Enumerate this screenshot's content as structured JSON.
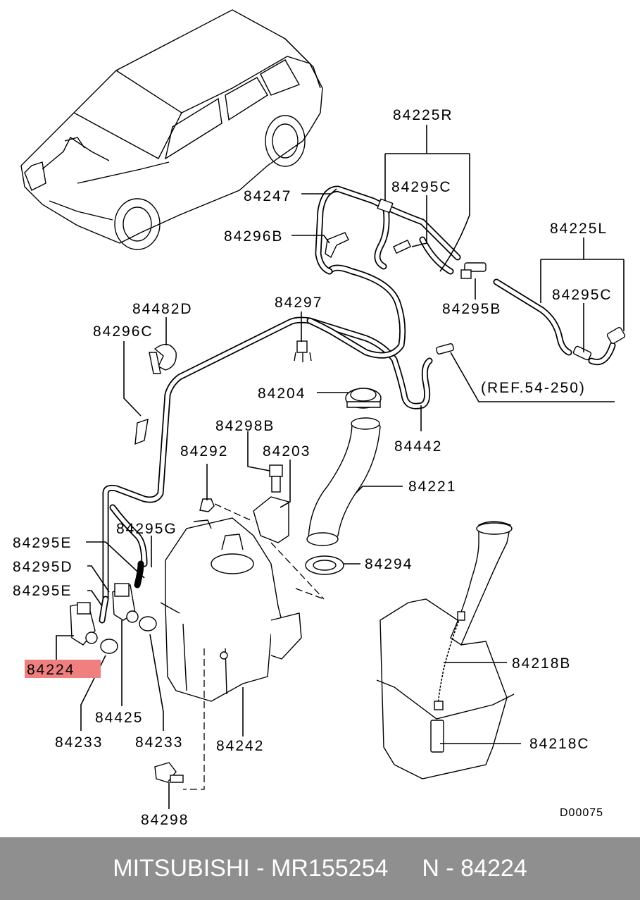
{
  "labels": {
    "l84225R": "84225R",
    "l84295C_a": "84295C",
    "l84247": "84247",
    "l84296B": "84296B",
    "l84225L": "84225L",
    "l84295C_b": "84295C",
    "l84295B": "84295B",
    "l84482D": "84482D",
    "l84297": "84297",
    "l84296C": "84296C",
    "l84204": "84204",
    "ref": "(REF.54-250)",
    "l84298B": "84298B",
    "l84442": "84442",
    "l84292": "84292",
    "l84203": "84203",
    "l84221": "84221",
    "l84295G": "84295G",
    "l84295E_a": "84295E",
    "l84294": "84294",
    "l84295D": "84295D",
    "l84295E_b": "84295E",
    "l84224": "84224",
    "l84218B": "84218B",
    "l84425": "84425",
    "l84218C": "84218C",
    "l84233_a": "84233",
    "l84233_b": "84233",
    "l84242": "84242",
    "l84298": "84298",
    "code": "D00075"
  },
  "highlight_color": "#f08080",
  "footer": {
    "brand_part": "MITSUBISHI - MR155254",
    "ref": "N - 84224"
  }
}
